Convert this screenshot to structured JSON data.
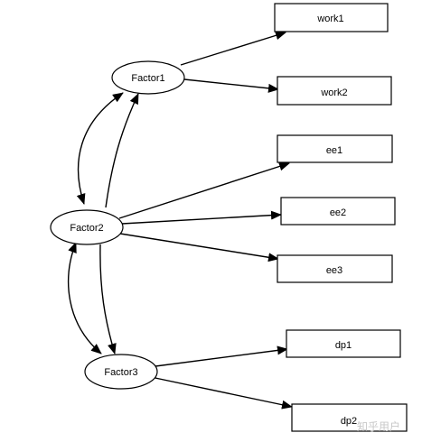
{
  "diagram": {
    "latent_factors": [
      {
        "id": "factor1",
        "label": "Factor1"
      },
      {
        "id": "factor2",
        "label": "Factor2"
      },
      {
        "id": "factor3",
        "label": "Factor3"
      }
    ],
    "indicators": [
      {
        "id": "work1",
        "label": "work1"
      },
      {
        "id": "work2",
        "label": "work2"
      },
      {
        "id": "ee1",
        "label": "ee1"
      },
      {
        "id": "ee2",
        "label": "ee2"
      },
      {
        "id": "ee3",
        "label": "ee3"
      },
      {
        "id": "dp1",
        "label": "dp1"
      },
      {
        "id": "dp2",
        "label": "dp2"
      }
    ],
    "loadings": [
      {
        "from": "Factor1",
        "to": "work1"
      },
      {
        "from": "Factor1",
        "to": "work2"
      },
      {
        "from": "Factor2",
        "to": "ee1"
      },
      {
        "from": "Factor2",
        "to": "ee2"
      },
      {
        "from": "Factor2",
        "to": "ee3"
      },
      {
        "from": "Factor3",
        "to": "dp1"
      },
      {
        "from": "Factor3",
        "to": "dp2"
      }
    ],
    "covariances": [
      {
        "between": [
          "Factor1",
          "Factor2"
        ]
      },
      {
        "between": [
          "Factor2",
          "Factor3"
        ]
      }
    ]
  },
  "watermark": {
    "text": "知乎用户"
  },
  "colors": {
    "stroke": "#000000",
    "background": "#ffffff",
    "watermark": "#c8c8c8"
  }
}
